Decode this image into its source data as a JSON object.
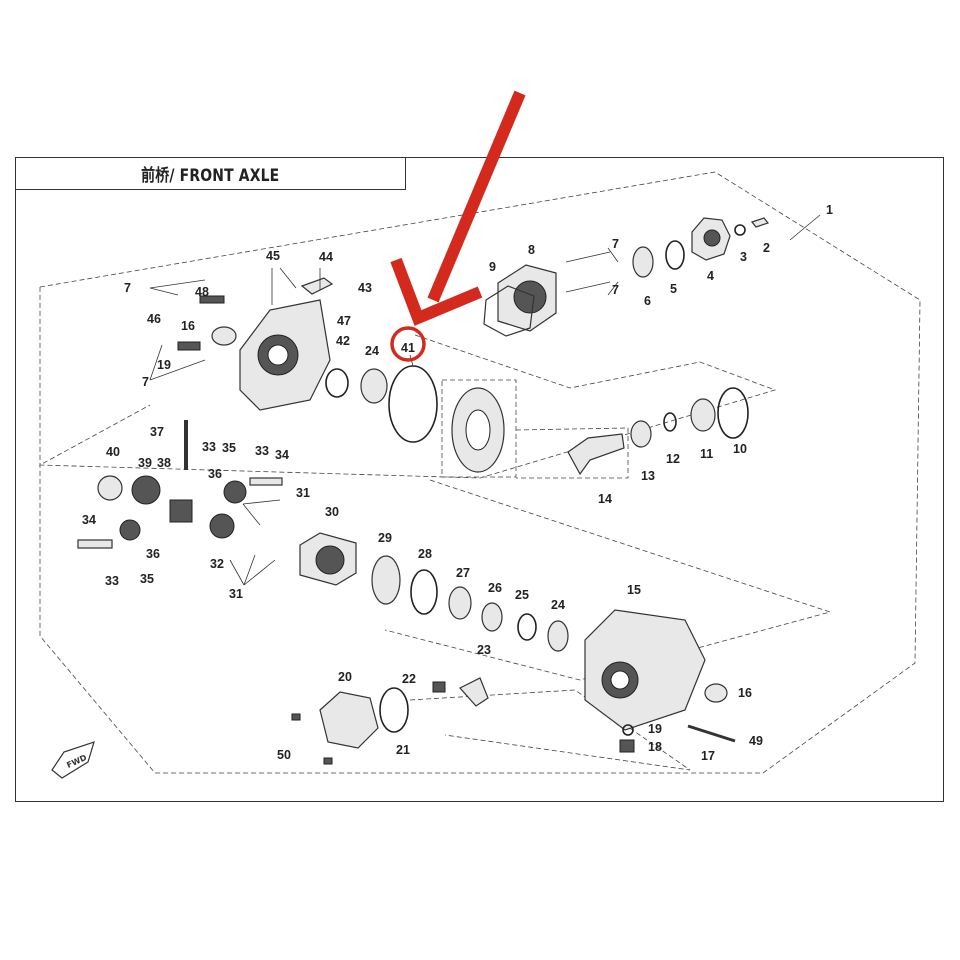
{
  "diagram": {
    "title": "前桥/ FRONT AXLE",
    "forward_marker": "FWD",
    "highlight_color": "#d42a1e",
    "highlighted_part": "41",
    "callouts": [
      {
        "id": "c1",
        "label": "1"
      },
      {
        "id": "c2",
        "label": "2"
      },
      {
        "id": "c3",
        "label": "3"
      },
      {
        "id": "c4",
        "label": "4"
      },
      {
        "id": "c5",
        "label": "5"
      },
      {
        "id": "c6",
        "label": "6"
      },
      {
        "id": "c7a",
        "label": "7"
      },
      {
        "id": "c7b",
        "label": "7"
      },
      {
        "id": "c7c",
        "label": "7"
      },
      {
        "id": "c7d",
        "label": "7"
      },
      {
        "id": "c8",
        "label": "8"
      },
      {
        "id": "c9",
        "label": "9"
      },
      {
        "id": "c10",
        "label": "10"
      },
      {
        "id": "c11",
        "label": "11"
      },
      {
        "id": "c12",
        "label": "12"
      },
      {
        "id": "c13",
        "label": "13"
      },
      {
        "id": "c14",
        "label": "14"
      },
      {
        "id": "c15",
        "label": "15"
      },
      {
        "id": "c16a",
        "label": "16"
      },
      {
        "id": "c16b",
        "label": "16"
      },
      {
        "id": "c17",
        "label": "17"
      },
      {
        "id": "c18",
        "label": "18"
      },
      {
        "id": "c19a",
        "label": "19"
      },
      {
        "id": "c19b",
        "label": "19"
      },
      {
        "id": "c20",
        "label": "20"
      },
      {
        "id": "c21",
        "label": "21"
      },
      {
        "id": "c22",
        "label": "22"
      },
      {
        "id": "c23",
        "label": "23"
      },
      {
        "id": "c24a",
        "label": "24"
      },
      {
        "id": "c24b",
        "label": "24"
      },
      {
        "id": "c25",
        "label": "25"
      },
      {
        "id": "c26",
        "label": "26"
      },
      {
        "id": "c27",
        "label": "27"
      },
      {
        "id": "c28",
        "label": "28"
      },
      {
        "id": "c29",
        "label": "29"
      },
      {
        "id": "c30",
        "label": "30"
      },
      {
        "id": "c31a",
        "label": "31"
      },
      {
        "id": "c31b",
        "label": "31"
      },
      {
        "id": "c32",
        "label": "32"
      },
      {
        "id": "c33a",
        "label": "33"
      },
      {
        "id": "c33b",
        "label": "33"
      },
      {
        "id": "c33c",
        "label": "33"
      },
      {
        "id": "c34a",
        "label": "34"
      },
      {
        "id": "c34b",
        "label": "34"
      },
      {
        "id": "c35a",
        "label": "35"
      },
      {
        "id": "c35b",
        "label": "35"
      },
      {
        "id": "c36a",
        "label": "36"
      },
      {
        "id": "c36b",
        "label": "36"
      },
      {
        "id": "c37",
        "label": "37"
      },
      {
        "id": "c38",
        "label": "38"
      },
      {
        "id": "c39",
        "label": "39"
      },
      {
        "id": "c40",
        "label": "40"
      },
      {
        "id": "c41",
        "label": "41"
      },
      {
        "id": "c42",
        "label": "42"
      },
      {
        "id": "c43",
        "label": "43"
      },
      {
        "id": "c44",
        "label": "44"
      },
      {
        "id": "c45",
        "label": "45"
      },
      {
        "id": "c46",
        "label": "46"
      },
      {
        "id": "c47",
        "label": "47"
      },
      {
        "id": "c48",
        "label": "48"
      },
      {
        "id": "c49",
        "label": "49"
      },
      {
        "id": "c50",
        "label": "50"
      }
    ]
  }
}
